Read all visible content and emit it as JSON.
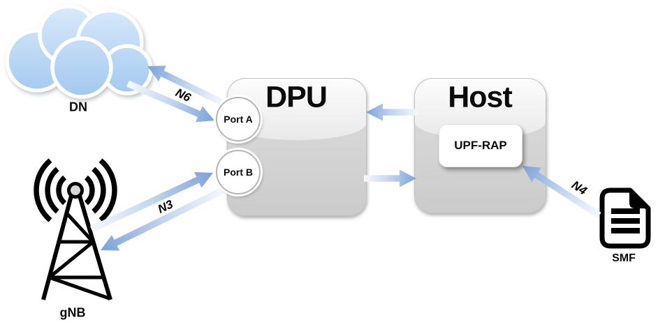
{
  "diagram": {
    "nodes": {
      "dn": {
        "label": "DN",
        "icon": "cloud-icon"
      },
      "gnb": {
        "label": "gNB",
        "icon": "antenna-tower-icon"
      },
      "dpu": {
        "title": "DPU",
        "ports": [
          {
            "label": "Port A"
          },
          {
            "label": "Port B"
          }
        ]
      },
      "host": {
        "title": "Host",
        "module": {
          "label": "UPF-RAP"
        }
      },
      "smf": {
        "label": "SMF",
        "icon": "document-icon"
      }
    },
    "links": {
      "n6": {
        "label": "N6",
        "between": [
          "DN",
          "Port A"
        ],
        "bidirectional": true
      },
      "n3": {
        "label": "N3",
        "between": [
          "gNB",
          "Port B"
        ],
        "bidirectional": true
      },
      "dpu_host": {
        "between": [
          "DPU",
          "Host"
        ],
        "bidirectional": true
      },
      "n4": {
        "label": "N4",
        "between": [
          "SMF",
          "UPF-RAP"
        ],
        "bidirectional": false
      }
    },
    "colors": {
      "arrow_tail": "#f5f9fe",
      "arrow_mid": "#c3d5ee",
      "arrow_head": "#7da1d9",
      "cloud_top": "#d8e9fa",
      "cloud_bottom": "#a3c8ef",
      "icon_ink": "#000000",
      "box_gray": "#d2d2d2"
    }
  }
}
